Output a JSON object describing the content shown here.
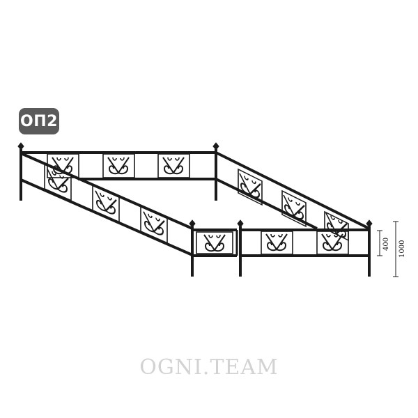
{
  "badge": {
    "label": "ОП2"
  },
  "dimensions": {
    "panel_height": "400",
    "total_height": "1000"
  },
  "watermark": {
    "text": "OGNI.TEAM"
  },
  "colors": {
    "fence": "#1a1a1a",
    "badge_bg": "#5a5a5a",
    "watermark": "#d2d2d2"
  }
}
